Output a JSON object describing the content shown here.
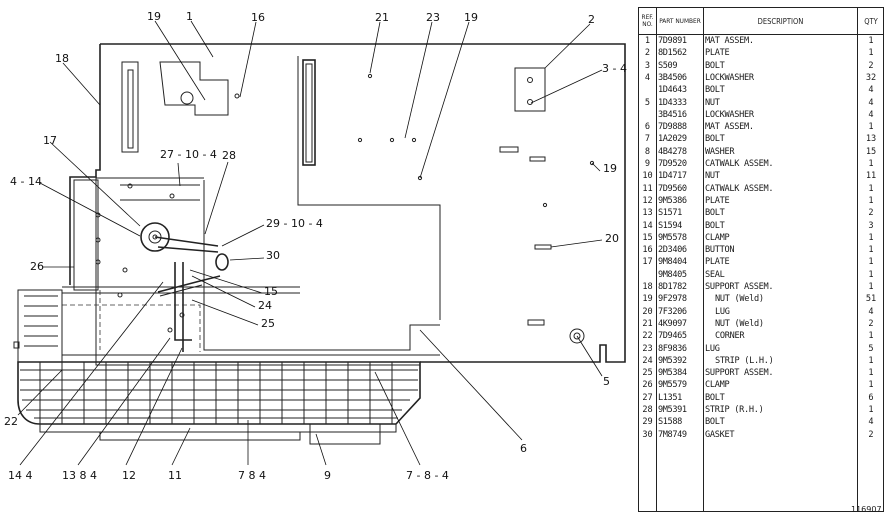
{
  "table": {
    "headers": {
      "ref": "REF. NO.",
      "part": "PART NUMBER",
      "desc": "DESCRIPTION",
      "qty": "QTY"
    },
    "rows": [
      {
        "ref": "1",
        "part": "7D9891",
        "desc": "MAT ASSEM.",
        "qty": "1"
      },
      {
        "ref": "2",
        "part": "8D1562",
        "desc": "PLATE",
        "qty": "1"
      },
      {
        "ref": "3",
        "part": "S509",
        "desc": "BOLT",
        "qty": "2"
      },
      {
        "ref": "4",
        "part": "3B4506",
        "desc": "LOCKWASHER",
        "qty": "32"
      },
      {
        "ref": "",
        "part": "1D4643",
        "desc": "BOLT",
        "qty": "4"
      },
      {
        "ref": "5",
        "part": "1D4333",
        "desc": "NUT",
        "qty": "4"
      },
      {
        "ref": "",
        "part": "3B4516",
        "desc": "LOCKWASHER",
        "qty": "4"
      },
      {
        "ref": "6",
        "part": "7D9888",
        "desc": "MAT ASSEM.",
        "qty": "1"
      },
      {
        "ref": "7",
        "part": "1A2029",
        "desc": "BOLT",
        "qty": "13"
      },
      {
        "ref": "8",
        "part": "4B4278",
        "desc": "WASHER",
        "qty": "15"
      },
      {
        "ref": "9",
        "part": "7D9520",
        "desc": "CATWALK ASSEM.",
        "qty": "1"
      },
      {
        "ref": "10",
        "part": "1D4717",
        "desc": "NUT",
        "qty": "11"
      },
      {
        "ref": "11",
        "part": "7D9560",
        "desc": "CATWALK ASSEM.",
        "qty": "1"
      },
      {
        "ref": "12",
        "part": "9M5386",
        "desc": "PLATE",
        "qty": "1"
      },
      {
        "ref": "13",
        "part": "S1571",
        "desc": "BOLT",
        "qty": "2"
      },
      {
        "ref": "14",
        "part": "S1594",
        "desc": "BOLT",
        "qty": "3"
      },
      {
        "ref": "15",
        "part": "9M5578",
        "desc": "CLAMP",
        "qty": "1"
      },
      {
        "ref": "16",
        "part": "2D3406",
        "desc": "BUTTON",
        "qty": "1"
      },
      {
        "ref": "17",
        "part": "9M8404",
        "desc": "PLATE",
        "qty": "1"
      },
      {
        "ref": "",
        "part": "9M8405",
        "desc": "SEAL",
        "qty": "1"
      },
      {
        "ref": "18",
        "part": "8D1782",
        "desc": "SUPPORT ASSEM.",
        "qty": "1"
      },
      {
        "ref": "19",
        "part": "9F2978",
        "desc": "NUT  (Weld)",
        "qty": "51"
      },
      {
        "ref": "20",
        "part": "7F3206",
        "desc": "LUG",
        "qty": "4"
      },
      {
        "ref": "21",
        "part": "4K9097",
        "desc": "NUT  (Weld)",
        "qty": "2"
      },
      {
        "ref": "22",
        "part": "7D9465",
        "desc": "CORNER",
        "qty": "1"
      },
      {
        "ref": "23",
        "part": "8F9836",
        "desc": "LUG",
        "qty": "5"
      },
      {
        "ref": "24",
        "part": "9M5392",
        "desc": "STRIP  (L.H.)",
        "qty": "1"
      },
      {
        "ref": "25",
        "part": "9M5384",
        "desc": "SUPPORT ASSEM.",
        "qty": "1"
      },
      {
        "ref": "26",
        "part": "9M5579",
        "desc": "CLAMP",
        "qty": "1"
      },
      {
        "ref": "27",
        "part": "L1351",
        "desc": "BOLT",
        "qty": "6"
      },
      {
        "ref": "28",
        "part": "9M5391",
        "desc": "STRIP  (R.H.)",
        "qty": "1"
      },
      {
        "ref": "29",
        "part": "S1588",
        "desc": "BOLT",
        "qty": "4"
      },
      {
        "ref": "30",
        "part": "7M8749",
        "desc": "GASKET",
        "qty": "2"
      }
    ]
  },
  "diagram": {
    "callouts": [
      "19",
      "1",
      "16",
      "21",
      "23",
      "19",
      "2",
      "3 - 4",
      "18",
      "17",
      "27 - 10 - 4",
      "28",
      "4 - 14",
      "29 - 10 - 4",
      "30",
      "26",
      "15",
      "24",
      "25",
      "19",
      "20",
      "5",
      "22",
      "14 4",
      "13 8 4",
      "12",
      "11",
      "7 8 4",
      "9",
      "7 - 8 - 4",
      "6"
    ]
  },
  "figure_number": "116907"
}
